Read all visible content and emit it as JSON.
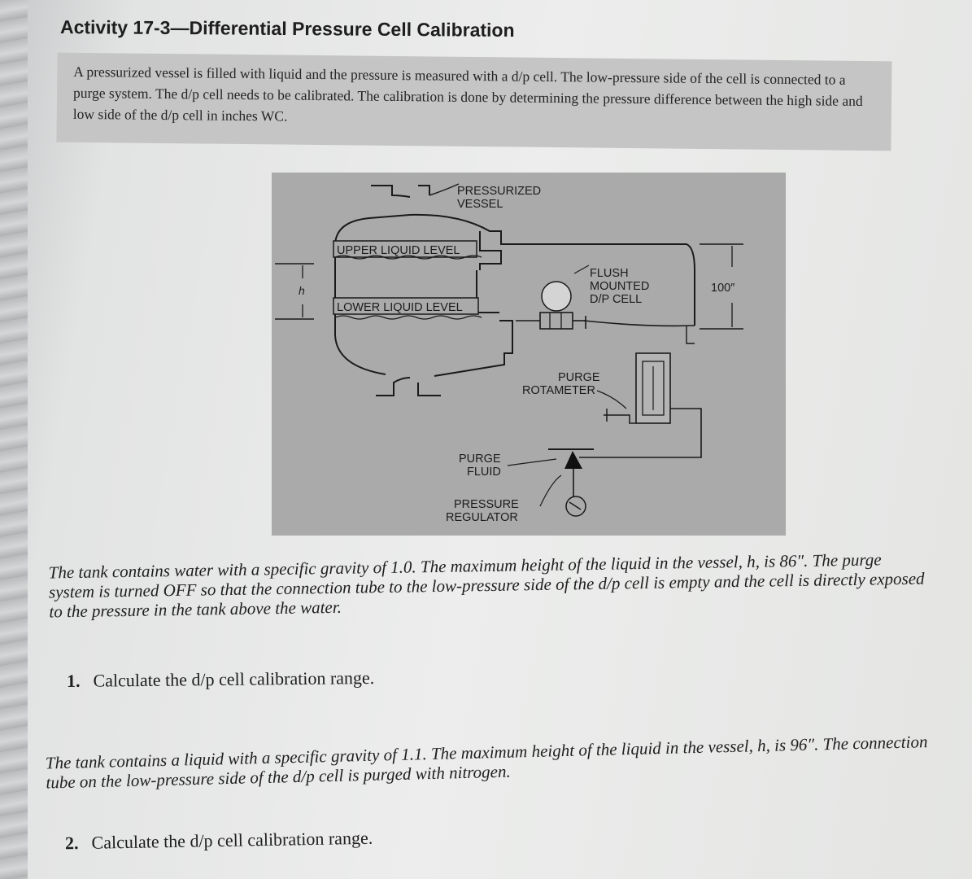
{
  "title": "Activity 17-3—Differential Pressure Cell Calibration",
  "intro": "A pressurized vessel is filled with liquid and the pressure is measured with a d/p cell. The low-pressure side of the cell is connected to a purge system. The d/p cell needs to be calibrated. The calibration is done by determining the pressure difference between the high side and low side of the d/p cell in inches WC.",
  "figure": {
    "labels": {
      "pressurized_1": "PRESSURIZED",
      "pressurized_2": "VESSEL",
      "upper_level": "UPPER LIQUID LEVEL",
      "lower_level": "LOWER LIQUID LEVEL",
      "h": "h",
      "flush_1": "FLUSH",
      "flush_2": "MOUNTED",
      "flush_3": "D/P CELL",
      "dim_100": "100″",
      "purge_rot_1": "PURGE",
      "purge_rot_2": "ROTAMETER",
      "purge_fluid_1": "PURGE",
      "purge_fluid_2": "FLUID",
      "regulator_1": "PRESSURE",
      "regulator_2": "REGULATOR"
    }
  },
  "paragraph1": "The tank contains water with a specific gravity of 1.0. The maximum height of the liquid in the vessel, h, is 86″. The purge system is turned OFF so that the connection tube to the low-pressure side of the d/p cell is empty and the cell is directly exposed to the pressure in the tank above the water.",
  "question1": {
    "num": "1.",
    "text": "Calculate the d/p cell calibration range."
  },
  "paragraph2": "The tank contains a liquid with a specific gravity of 1.1. The maximum height of the liquid in the vessel, h, is 96″. The connection tube on the low-pressure side of the d/p cell is purged with nitrogen.",
  "question2": {
    "num": "2.",
    "text": "Calculate the d/p cell calibration range."
  }
}
